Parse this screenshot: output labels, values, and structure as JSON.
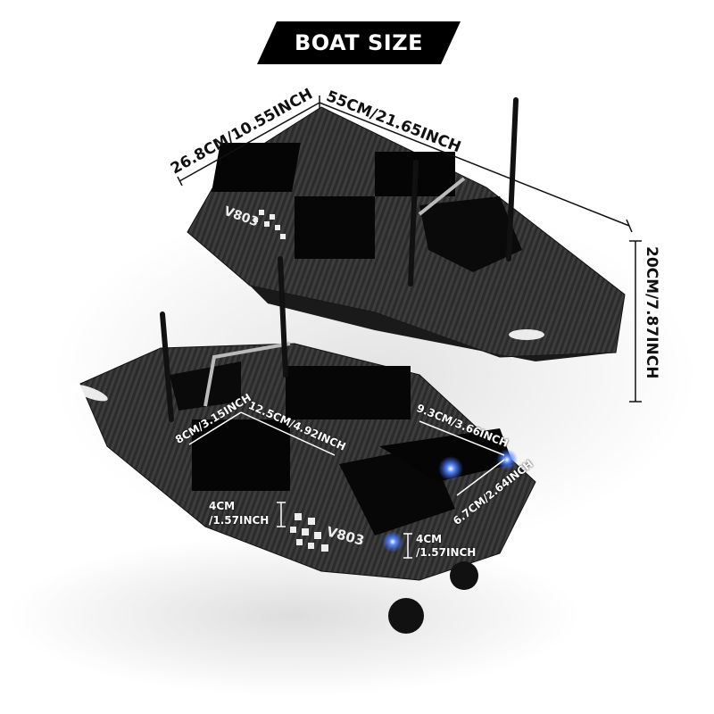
{
  "title": "BOAT SIZE",
  "model_label": "V803",
  "colors": {
    "banner_bg": "#000000",
    "banner_text": "#ffffff",
    "hull": "#2a2a2a",
    "led": "#3a6bff"
  },
  "dimensions": {
    "width": "26.8CM/10.55INCH",
    "length": "55CM/21.65INCH",
    "height": "20CM/7.87INCH",
    "hopper_width": "8CM/3.15INCH",
    "hopper_length": "12.5CM/4.92INCH",
    "rear_hopper_length": "9.3CM/3.66INCH",
    "rear_hopper_width": "6.7CM/2.64INCH",
    "hopper_depth_left_1": "4CM",
    "hopper_depth_left_2": "/1.57INCH",
    "hopper_depth_right_1": "4CM",
    "hopper_depth_right_2": "/1.57INCH"
  }
}
